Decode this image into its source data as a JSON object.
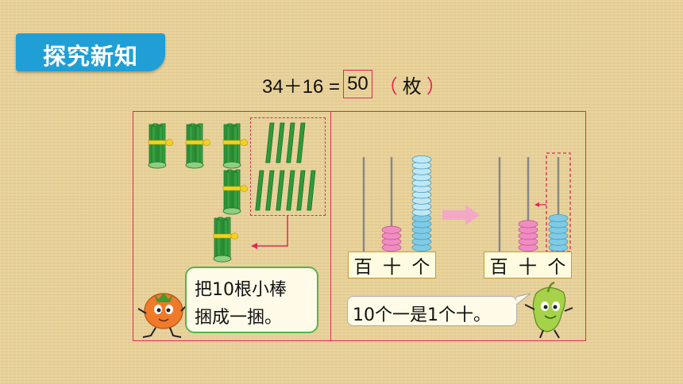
{
  "section_title": "探究新知",
  "equation": {
    "expression": "34＋16 =",
    "answer": "50",
    "open_paren": "（",
    "unit": "枚",
    "close_paren": "）"
  },
  "bubble_bundle": {
    "line1": "把10根小棒",
    "line2": "捆成一捆。"
  },
  "bubble_abacus": "10个一是1个十。",
  "abacus_before": {
    "labels": [
      "百",
      "十",
      "个"
    ],
    "hundreds_beads": 0,
    "tens_beads": 4,
    "ones_beads": 16
  },
  "abacus_after": {
    "labels": [
      "百",
      "十",
      "个"
    ],
    "hundreds_beads": 0,
    "tens_beads": 5,
    "ones_beads": 6
  },
  "sticks": {
    "bundles_top_row": 3,
    "bundles_middle": 1,
    "loose_sticks_top_row": 4,
    "loose_sticks_bottom_row": 6,
    "new_bundle": 1
  },
  "colors": {
    "title_blue": "#1f9fd6",
    "frame_pink": "#e2275a",
    "stick_green": "#2e9a3a",
    "ribbon_yellow": "#f3d21e",
    "bead_pink": "#f08cc2",
    "bead_blue": "#8fd6ee",
    "bubble_green": "#52b64b"
  },
  "characters": [
    "tomato-character-icon",
    "pepper-character-icon"
  ]
}
